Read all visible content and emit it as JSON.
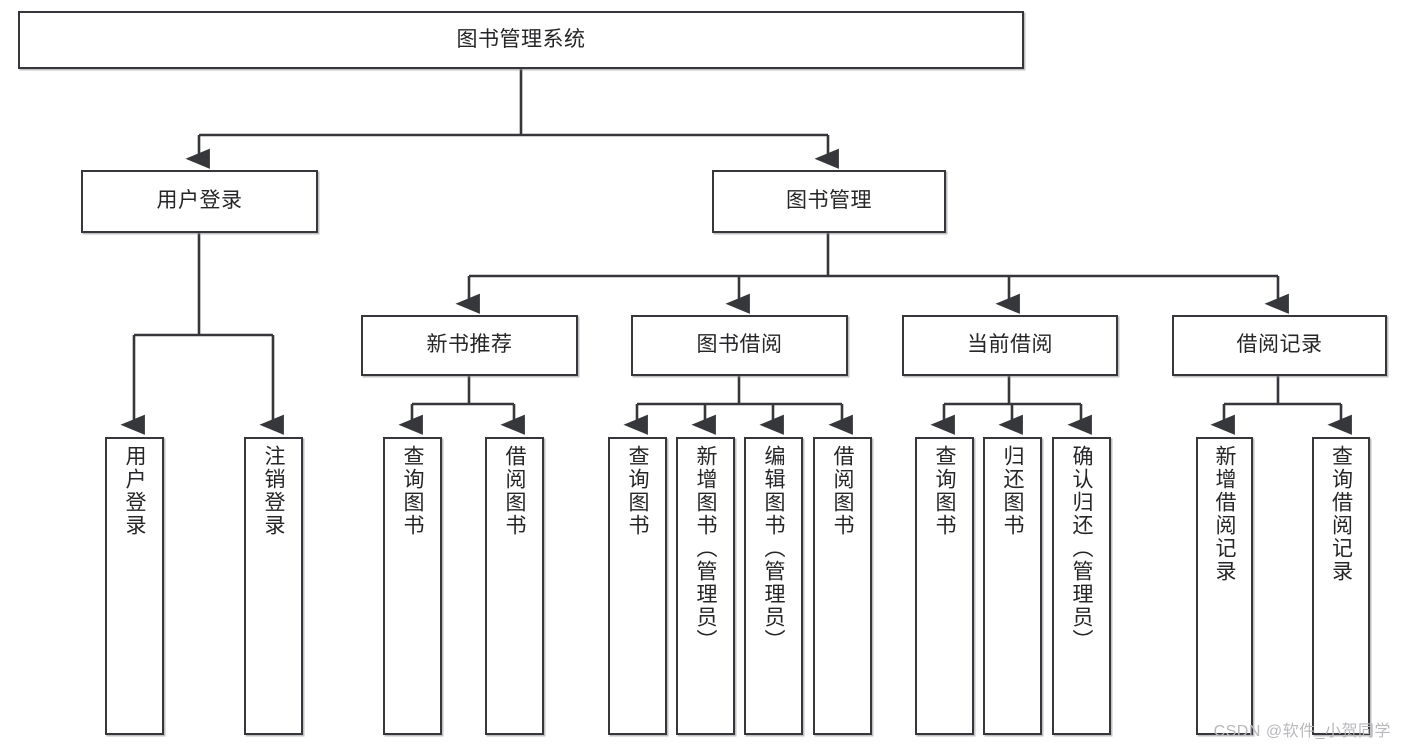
{
  "diagram": {
    "title": "图书管理系统",
    "type": "tree",
    "watermark": "CSDN @软件_小贺同学",
    "colors": {
      "stroke": "#36373a",
      "fill": "#ffffff",
      "text": "#262628",
      "watermark": "#b9b9bd"
    },
    "levels": {
      "root": {
        "label": "图书管理系统"
      },
      "level2": [
        {
          "label": "用户登录"
        },
        {
          "label": "图书管理"
        }
      ],
      "level3": [
        {
          "label": "新书推荐"
        },
        {
          "label": "图书借阅"
        },
        {
          "label": "当前借阅"
        },
        {
          "label": "借阅记录"
        }
      ],
      "leaves_user_login": [
        {
          "label": "用户登录"
        },
        {
          "label": "注销登录"
        }
      ],
      "leaves_new_books": [
        {
          "label": "查询图书"
        },
        {
          "label": "借阅图书"
        }
      ],
      "leaves_borrow": [
        {
          "label": "查询图书"
        },
        {
          "label": "新增图书（管理员）"
        },
        {
          "label": "编辑图书（管理员）"
        },
        {
          "label": "借阅图书"
        }
      ],
      "leaves_current": [
        {
          "label": "查询图书"
        },
        {
          "label": "归还图书"
        },
        {
          "label": "确认归还（管理员）"
        }
      ],
      "leaves_records": [
        {
          "label": "新增借阅记录"
        },
        {
          "label": "查询借阅记录"
        }
      ]
    }
  }
}
